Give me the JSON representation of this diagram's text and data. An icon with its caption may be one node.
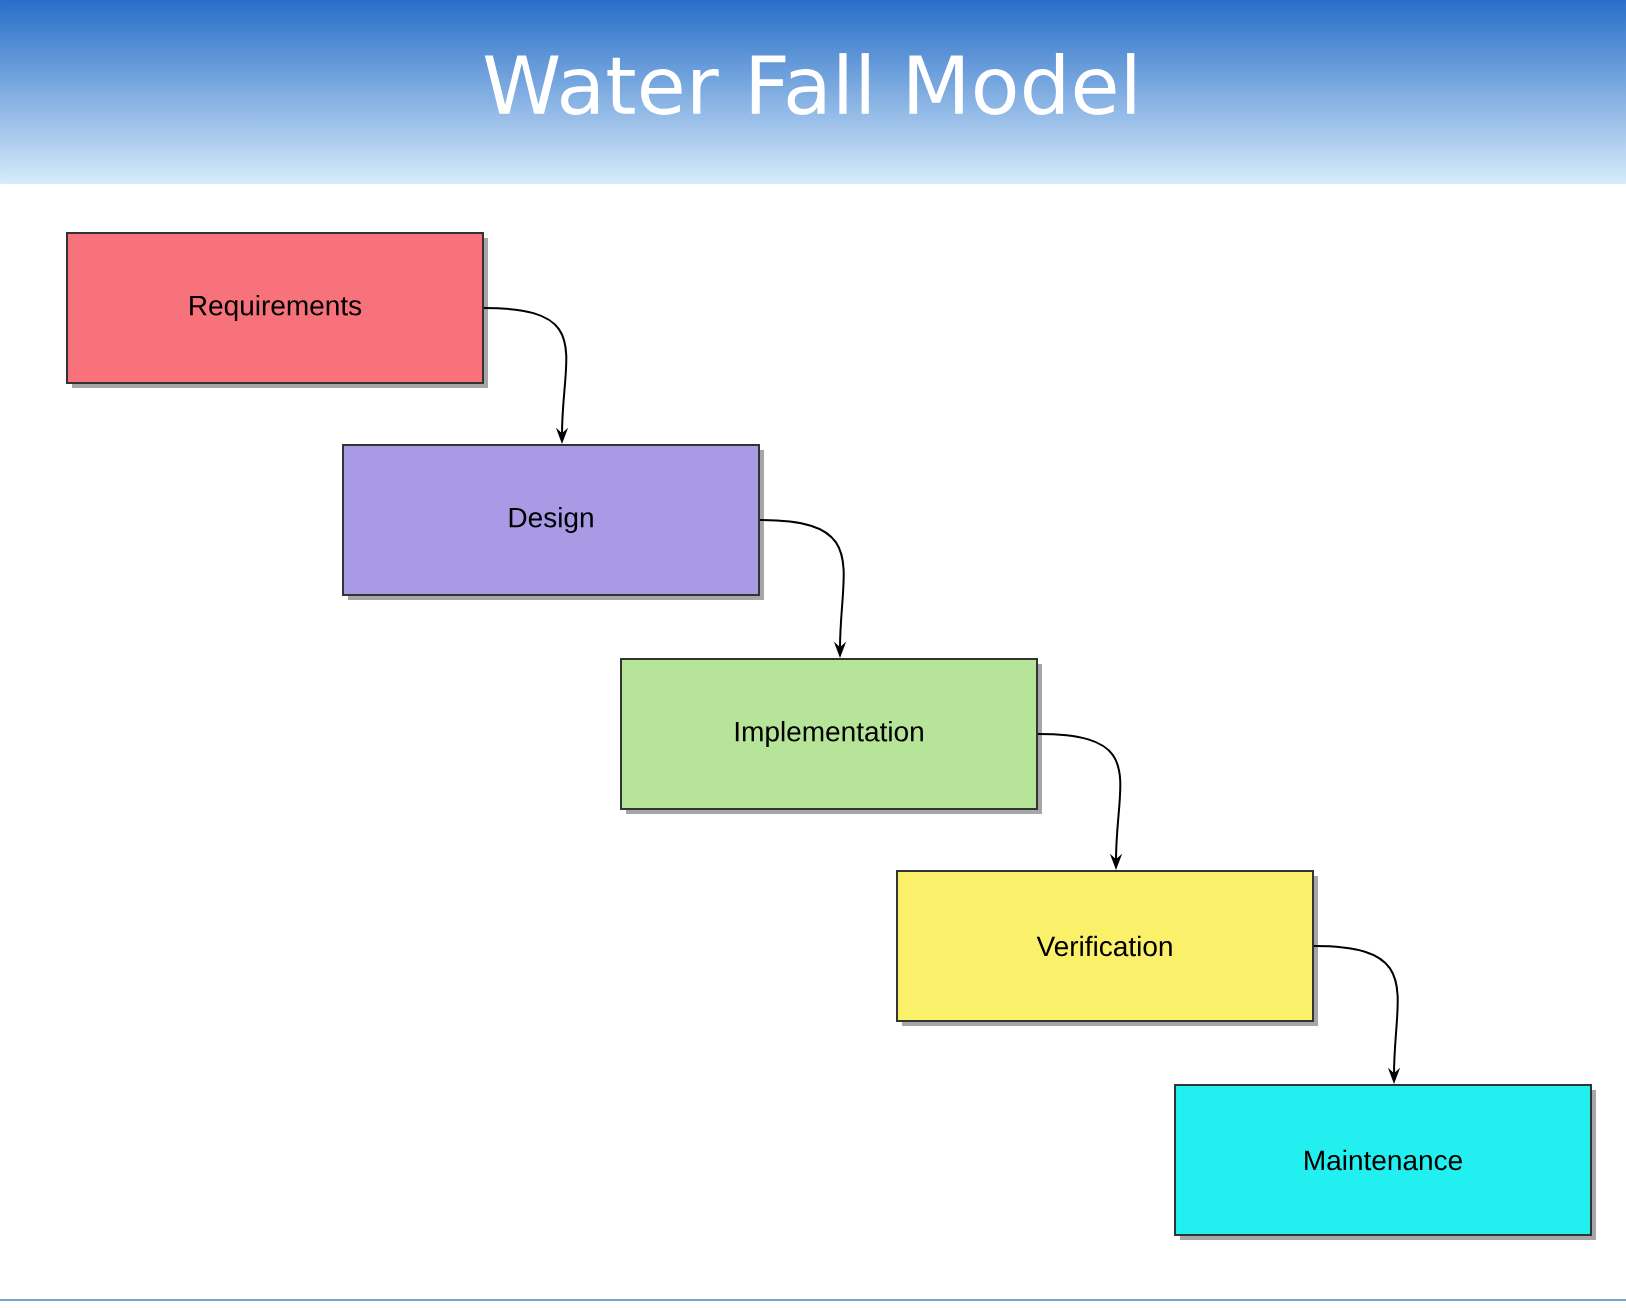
{
  "diagram": {
    "title": "Water Fall Model",
    "nodes": [
      {
        "text": [
          "Requirements"
        ]
      },
      {
        "text": [
          "Design"
        ]
      },
      {
        "text": [
          "Implementation"
        ]
      },
      {
        "text": [
          "Verification"
        ]
      },
      {
        "text": [
          "Maintenance"
        ]
      }
    ],
    "edges": [
      {
        "from": 0,
        "to": 1,
        "arrow": "to"
      },
      {
        "from": 1,
        "to": 2,
        "arrow": "to"
      },
      {
        "from": 2,
        "to": 3,
        "arrow": "to"
      },
      {
        "from": 3,
        "to": 4,
        "arrow": "to"
      }
    ]
  }
}
